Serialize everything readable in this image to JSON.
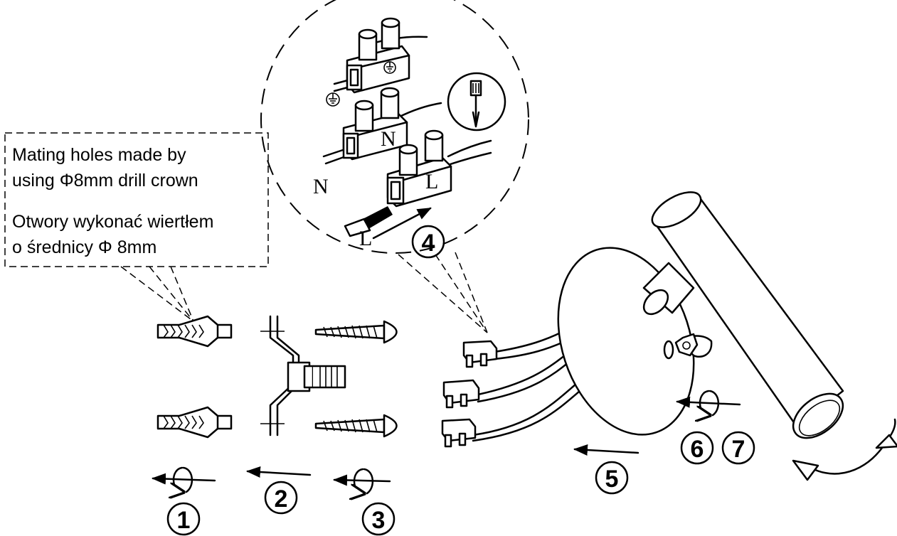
{
  "note": {
    "line1": "Mating holes made by",
    "line2": "using Φ8mm drill crown",
    "line3": "Otwory wykonać wiertłem",
    "line4": "o średnicy  Φ 8mm"
  },
  "terminal_labels": {
    "n_wire": "N",
    "n_block": "N",
    "l_block": "L",
    "l_wire": "L"
  },
  "steps": [
    "1",
    "2",
    "3",
    "4",
    "5",
    "6",
    "7"
  ]
}
